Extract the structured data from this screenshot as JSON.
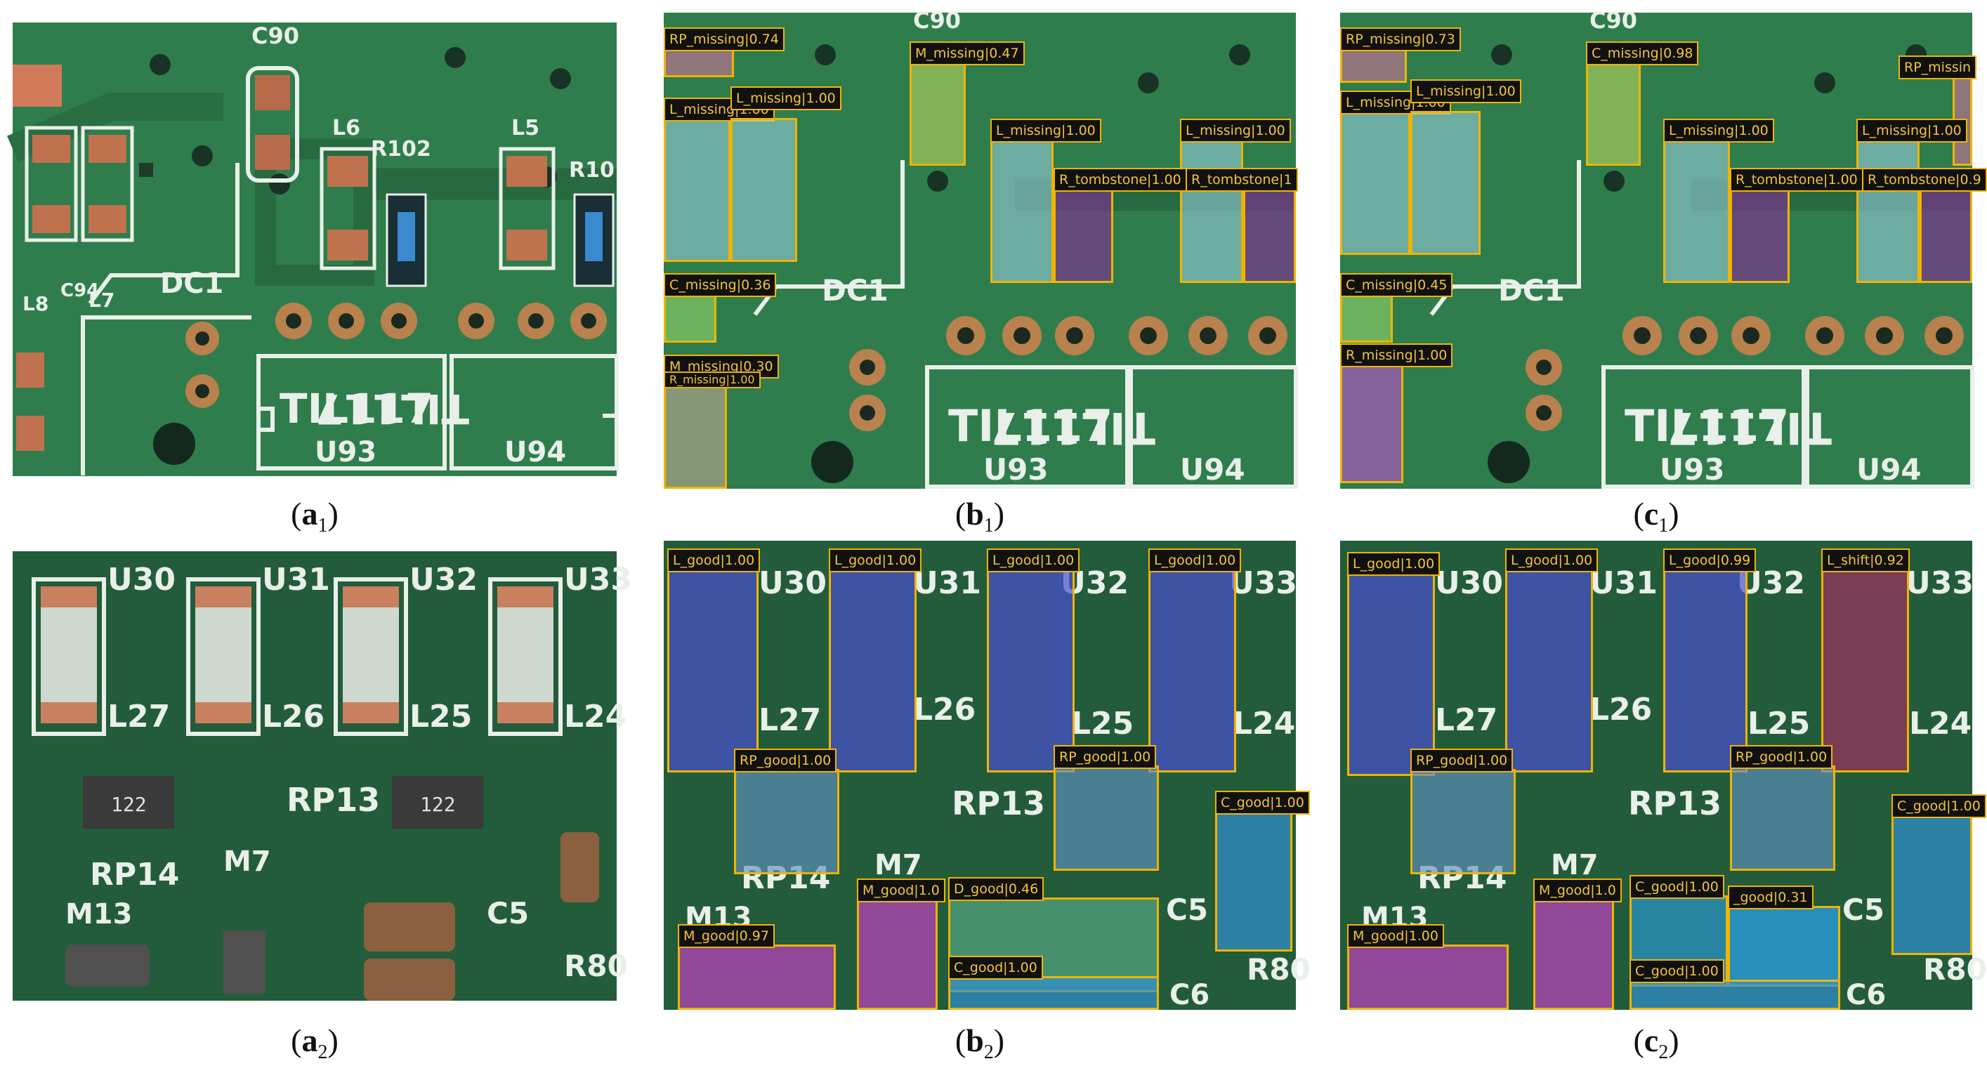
{
  "captions": [
    {
      "id": "a1",
      "letter": "a",
      "sub": "1"
    },
    {
      "id": "b1",
      "letter": "b",
      "sub": "1"
    },
    {
      "id": "c1",
      "letter": "c",
      "sub": "1"
    },
    {
      "id": "a2",
      "letter": "a",
      "sub": "2"
    },
    {
      "id": "b2",
      "letter": "b",
      "sub": "2"
    },
    {
      "id": "c2",
      "letter": "c",
      "sub": "2"
    }
  ],
  "silkscreen": {
    "row1": [
      "C90",
      "L6",
      "R102",
      "L5",
      "R10",
      "L8",
      "L7",
      "C94",
      "DC1",
      "TIL117",
      "U93",
      "U94"
    ],
    "row2": [
      "U30",
      "U31",
      "U32",
      "U33",
      "L27",
      "L26",
      "L25",
      "L24",
      "RP13",
      "RP14",
      "M7",
      "M13",
      "C5",
      "R80",
      "C6",
      "122"
    ]
  },
  "panels": {
    "b1": [
      {
        "label": "RP_missing|0.74",
        "color": "#e070a0"
      },
      {
        "label": "M_missing|0.47",
        "color": "#c8e060"
      },
      {
        "label": "L_missing|1.00",
        "color": "#9fd4e8"
      },
      {
        "label": "L_missing|1.00",
        "color": "#9fd4e8"
      },
      {
        "label": "L_missing|1.00",
        "color": "#9fd4e8"
      },
      {
        "label": "L_missing|1.00",
        "color": "#9fd4e8"
      },
      {
        "label": "R_tombstone|1.00",
        "color": "#8a2a9a"
      },
      {
        "label": "R_tombstone|1",
        "color": "#8a2a9a"
      },
      {
        "label": "C_missing|0.36",
        "color": "#a0e070"
      },
      {
        "label": "M_missing|0.30",
        "color": "#e0b0a0"
      },
      {
        "label": "R_missing|1.00",
        "color": "#e0b0a0"
      }
    ],
    "c1": [
      {
        "label": "RP_missing|0.73",
        "color": "#e070a0"
      },
      {
        "label": "C_missing|0.98",
        "color": "#c8e060"
      },
      {
        "label": "RP_missin",
        "color": "#e070a0"
      },
      {
        "label": "L_missing|1.00",
        "color": "#9fd4e8"
      },
      {
        "label": "L_missing|1.00",
        "color": "#9fd4e8"
      },
      {
        "label": "L_missing|1.00",
        "color": "#9fd4e8"
      },
      {
        "label": "L_missing|1.00",
        "color": "#9fd4e8"
      },
      {
        "label": "R_tombstone|1.00",
        "color": "#8a2a9a"
      },
      {
        "label": "R_tombstone|0.9",
        "color": "#8a2a9a"
      },
      {
        "label": "C_missing|0.45",
        "color": "#a0e070"
      },
      {
        "label": "R_missing|1.00",
        "color": "#c050d0"
      }
    ],
    "b2": [
      {
        "label": "L_good|1.00",
        "color": "#4a50d0"
      },
      {
        "label": "L_good|1.00",
        "color": "#4a50d0"
      },
      {
        "label": "L_good|1.00",
        "color": "#4a50d0"
      },
      {
        "label": "L_good|1.00",
        "color": "#4a50d0"
      },
      {
        "label": "RP_good|1.00",
        "color": "#6090c0"
      },
      {
        "label": "RP_good|1.00",
        "color": "#6090c0"
      },
      {
        "label": "C_good|1.00",
        "color": "#3090d0"
      },
      {
        "label": "M_good|1.0",
        "color": "#c040c0"
      },
      {
        "label": "D_good|0.46",
        "color": "#70d0b0"
      },
      {
        "label": "M_good|0.97",
        "color": "#c040c0"
      },
      {
        "label": "C_good|1.00",
        "color": "#3090d0"
      }
    ],
    "c2": [
      {
        "label": "L_good|1.00",
        "color": "#4a50d0"
      },
      {
        "label": "L_good|1.00",
        "color": "#4a50d0"
      },
      {
        "label": "L_good|0.99",
        "color": "#4a50d0"
      },
      {
        "label": "L_shift|0.92",
        "color": "#a03060"
      },
      {
        "label": "RP_good|1.00",
        "color": "#6090c0"
      },
      {
        "label": "RP_good|1.00",
        "color": "#6090c0"
      },
      {
        "label": "C_good|1.00",
        "color": "#3090d0"
      },
      {
        "label": "M_good|1.0",
        "color": "#c040c0"
      },
      {
        "label": "C_good|1.00",
        "color": "#3090d0"
      },
      {
        "label": "_good|0.31",
        "color": "#2aa0e8"
      },
      {
        "label": "M_good|1.00",
        "color": "#c040c0"
      },
      {
        "label": "C_good|1.00",
        "color": "#3090d0"
      }
    ]
  }
}
